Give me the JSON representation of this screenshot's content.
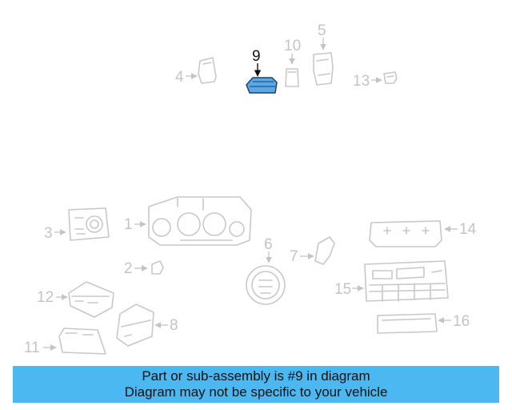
{
  "diagram": {
    "highlighted_part": "9",
    "colors": {
      "highlight_fill": "#5aa9e6",
      "highlight_stroke": "#1f3f66",
      "banner_bg": "#4cb8f2",
      "muted": "#c4c4c4"
    },
    "callouts": {
      "c1": "1",
      "c2": "2",
      "c3": "3",
      "c4": "4",
      "c5": "5",
      "c6": "6",
      "c7": "7",
      "c8": "8",
      "c9": "9",
      "c10": "10",
      "c11": "11",
      "c12": "12",
      "c13": "13",
      "c14": "14",
      "c15": "15",
      "c16": "16"
    }
  },
  "banner": {
    "line1": "Part or sub-assembly is #9 in diagram",
    "line2": "Diagram may not be specific to your vehicle"
  }
}
